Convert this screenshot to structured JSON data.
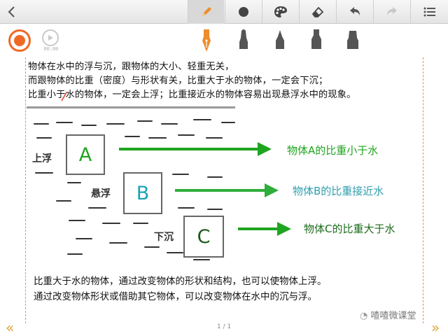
{
  "toolbar": {
    "buttons": [
      "back",
      "pen",
      "brush-size",
      "color-palette",
      "eraser",
      "undo",
      "redo",
      "more"
    ],
    "active_tool": "pen",
    "accent_color": "#ef6a25"
  },
  "recorder": {
    "timer": "00:00"
  },
  "content": {
    "intro_lines": [
      "物体在水中的浮与沉，跟物体的大小、轻重无关，",
      "而跟物体的比重（密度）与形状有关，比重大于水的物体，一定会下沉；",
      "比重小于水的物体，一定会上浮；比重接近水的物体容易出现悬浮水中的现象。"
    ],
    "diagram": {
      "objects": [
        {
          "letter": "A",
          "state": "上浮",
          "note": "物体A的比重小于水",
          "letter_color": "#1fa51f",
          "note_color": "#1fa51f"
        },
        {
          "letter": "B",
          "state": "悬浮",
          "note": "物体B的比重接近水",
          "letter_color": "#1aa3b5",
          "note_color": "#2f9eac"
        },
        {
          "letter": "C",
          "state": "下沉",
          "note": "物体C的比重大于水",
          "letter_color": "#1a5a1a",
          "note_color": "#1b6b1b"
        }
      ]
    },
    "conclusion_lines": [
      "比重大于水的物体，通过改变物体的形状和结构，也可以使物体上浮。",
      "通过改变物体形状或借助其它物体，可以改变物体在水中的沉与浮。"
    ]
  },
  "footer": {
    "page_indicator": "1 / 1",
    "prev_icon": "«",
    "next_icon": "»",
    "watermark": "喳喳微课堂"
  }
}
